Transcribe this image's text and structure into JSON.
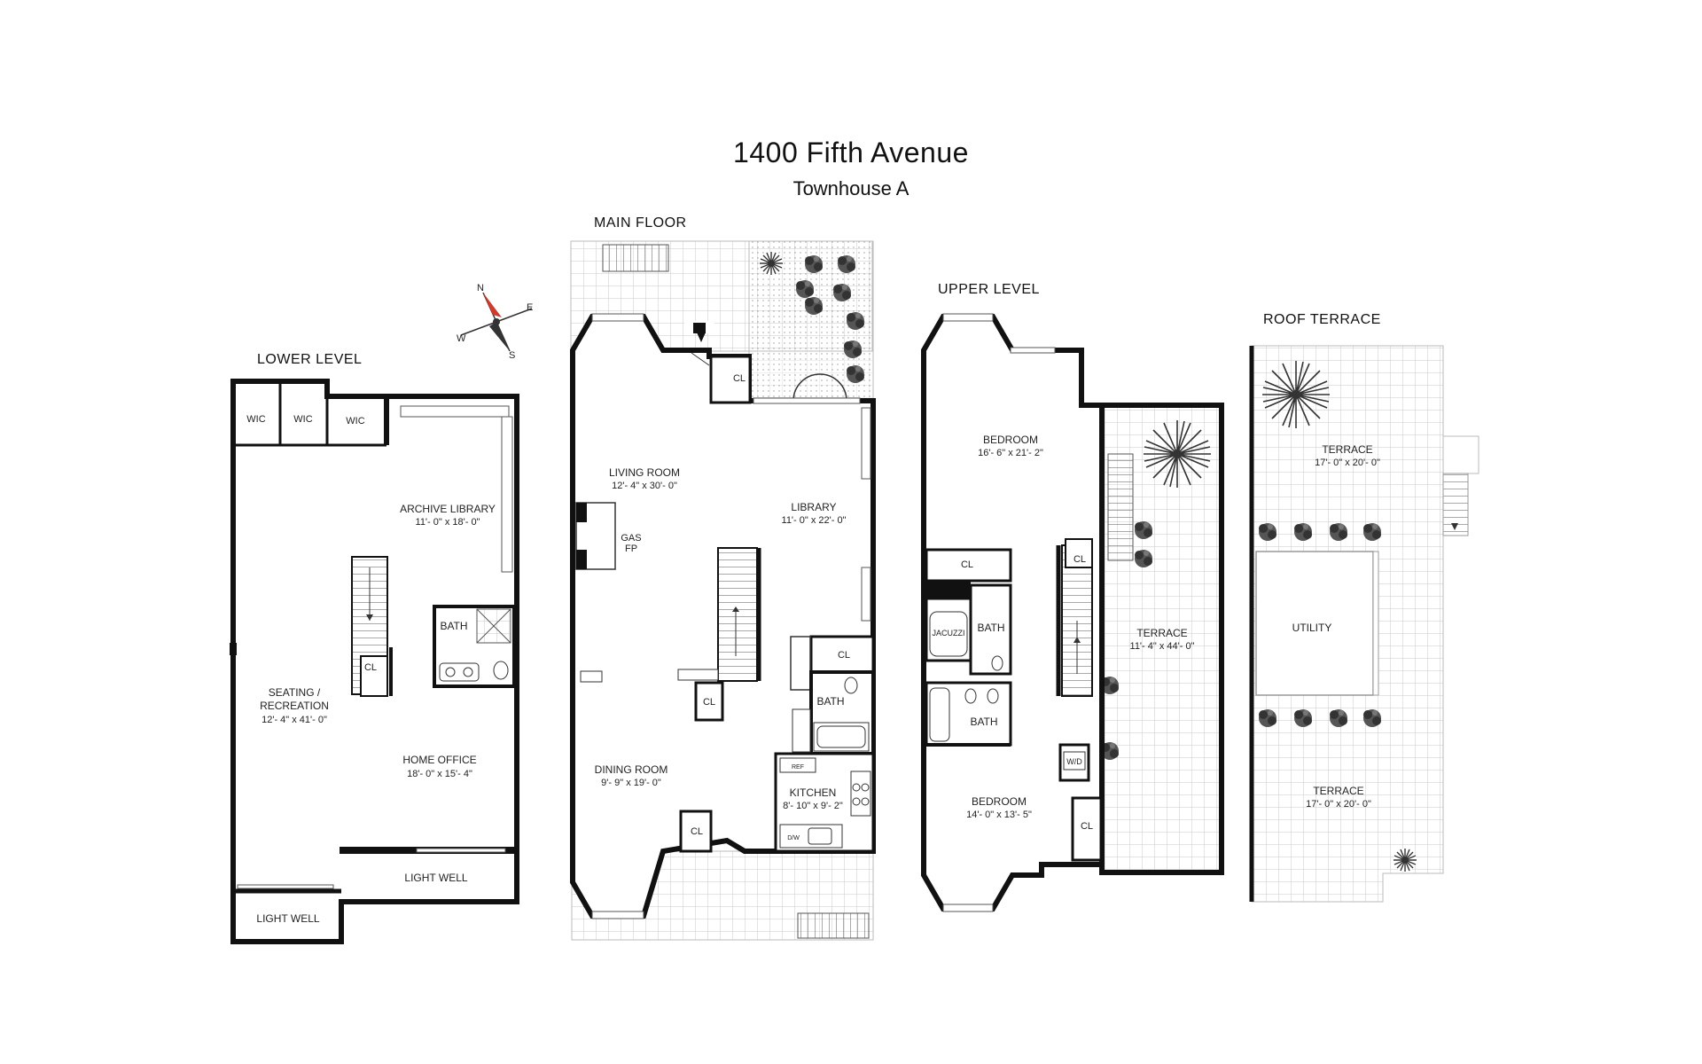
{
  "header": {
    "title": "1400 Fifth Avenue",
    "subtitle": "Townhouse A"
  },
  "compass": {
    "n": "N",
    "e": "E",
    "s": "S",
    "w": "W"
  },
  "levels": {
    "lower": {
      "label": "LOWER LEVEL",
      "wic1": "WIC",
      "wic2": "WIC",
      "wic3": "WIC",
      "archive_name": "ARCHIVE LIBRARY",
      "archive_dim": "11'- 0\" x 18'- 0\"",
      "bath": "BATH",
      "cl": "CL",
      "seating_name1": "SEATING /",
      "seating_name2": "RECREATION",
      "seating_dim": "12'- 4\" x 41'- 0\"",
      "office_name": "HOME OFFICE",
      "office_dim": "18'- 0\" x 15'- 4\"",
      "lightwell1": "LIGHT WELL",
      "lightwell2": "LIGHT WELL"
    },
    "main": {
      "label": "MAIN FLOOR",
      "cl_entry": "CL",
      "living_name": "LIVING ROOM",
      "living_dim": "12'- 4\" x 30'- 0\"",
      "library_name": "LIBRARY",
      "library_dim": "11'- 0\" x 22'- 0\"",
      "gas": "GAS",
      "fp": "FP",
      "cl_mid": "CL",
      "cl_stair": "CL",
      "bath": "BATH",
      "dining_name": "DINING ROOM",
      "dining_dim": "9'- 9\" x 19'- 0\"",
      "kitchen_name": "KITCHEN",
      "kitchen_dim": "8'- 10\" x 9'- 2\"",
      "cl_dining": "CL",
      "ref": "REF",
      "dw": "D/W"
    },
    "upper": {
      "label": "UPPER LEVEL",
      "bed1_name": "BEDROOM",
      "bed1_dim": "16'- 6\" x 21'- 2\"",
      "cl1": "CL",
      "cl2": "CL",
      "jacuzzi": "JACUZZI",
      "bath1": "BATH",
      "bath2": "BATH",
      "terrace_name": "TERRACE",
      "terrace_dim": "11'- 4\" x 44'- 0\"",
      "wd": "W/D",
      "bed2_name": "BEDROOM",
      "bed2_dim": "14'- 0\" x 13'- 5\"",
      "cl3": "CL"
    },
    "roof": {
      "label": "ROOF TERRACE",
      "terrace1_name": "TERRACE",
      "terrace1_dim": "17'- 0\" x 20'- 0\"",
      "utility": "UTILITY",
      "terrace2_name": "TERRACE",
      "terrace2_dim": "17'- 0\" x 20'- 0\""
    }
  },
  "colors": {
    "wall": "#111111",
    "tile": "#c9c9c9",
    "compass_accent": "#d43a2a"
  }
}
